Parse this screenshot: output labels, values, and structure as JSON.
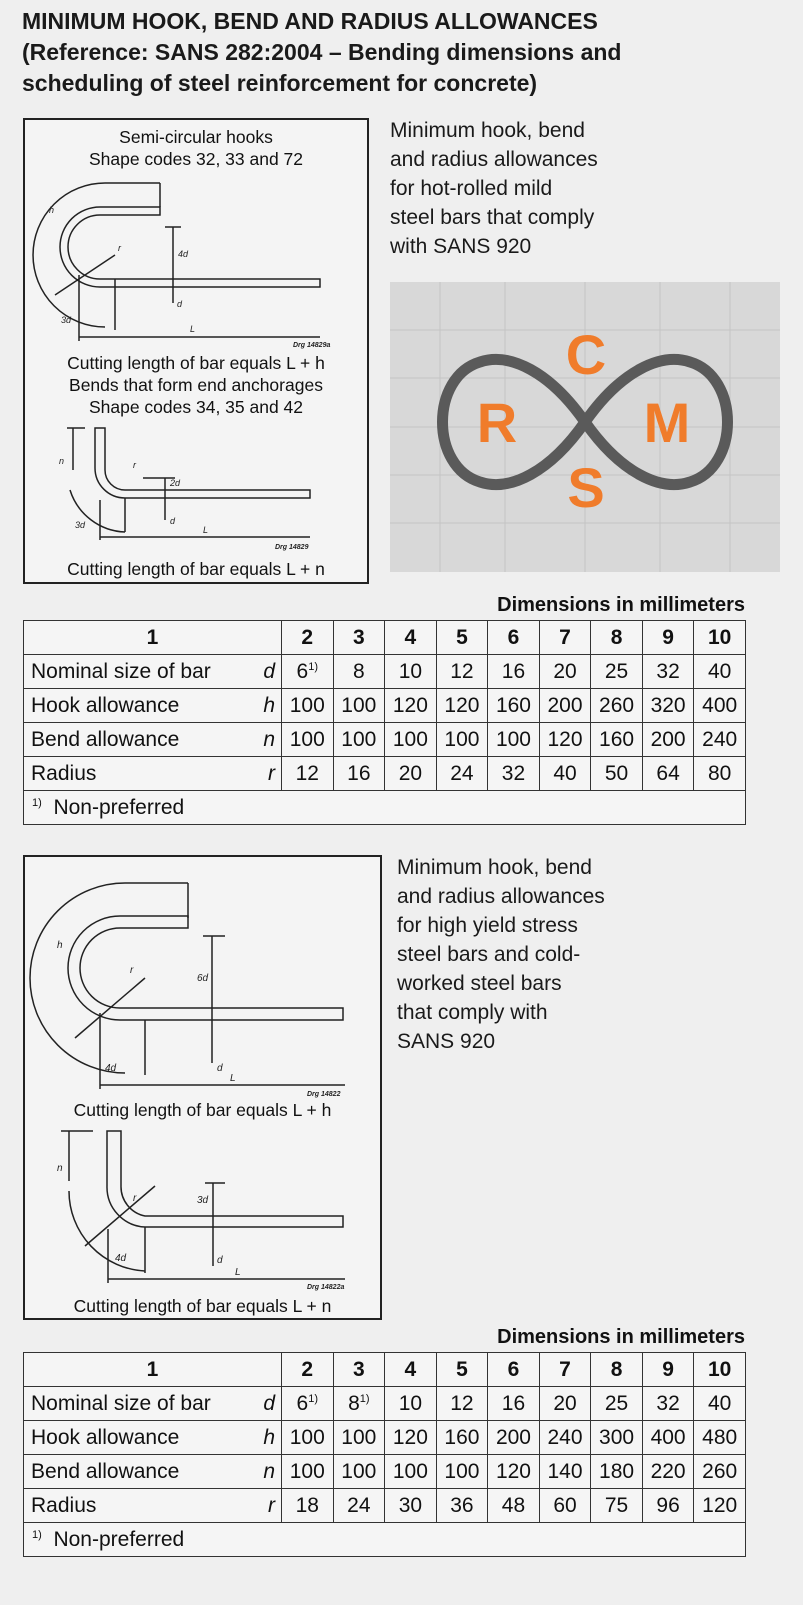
{
  "title": {
    "line1": "MINIMUM HOOK, BEND AND RADIUS ALLOWANCES",
    "line2": "(Reference: SANS 282:2004 – Bending dimensions and",
    "line3": "scheduling of steel reinforcement for concrete)"
  },
  "section1": {
    "diagram": {
      "hook_title": "Semi-circular hooks",
      "hook_codes": "Shape codes 32, 33 and 72",
      "hook_cutting": "Cutting length of bar equals L + h",
      "bend_title": "Bends that form end anchorages",
      "bend_codes": "Shape codes 34, 35 and 42",
      "bend_cutting": "Cutting length of bar equals L + n",
      "hook_labels": {
        "h": "h",
        "r": "r",
        "a": "4d",
        "d": "d",
        "b": "3d",
        "L": "L",
        "drg": "Drg 14829a"
      },
      "bend_labels": {
        "n": "n",
        "r": "r",
        "a": "2d",
        "d": "d",
        "b": "3d",
        "L": "L",
        "drg": "Drg 14829"
      }
    },
    "description": [
      "Minimum hook, bend",
      "and radius allowances",
      "for hot-rolled mild",
      "steel bars that comply",
      "with SANS 920"
    ],
    "dims_label": "Dimensions in millimeters",
    "table": {
      "header": [
        "1",
        "2",
        "3",
        "4",
        "5",
        "6",
        "7",
        "8",
        "9",
        "10"
      ],
      "rows": [
        {
          "label": "Nominal size of bar",
          "sym": "d",
          "values": [
            "6",
            "8",
            "10",
            "12",
            "16",
            "20",
            "25",
            "32",
            "40"
          ],
          "sup": [
            "1)",
            ""
          ]
        },
        {
          "label": "Hook allowance",
          "sym": "h",
          "values": [
            "100",
            "100",
            "120",
            "120",
            "160",
            "200",
            "260",
            "320",
            "400"
          ]
        },
        {
          "label": "Bend allowance",
          "sym": "n",
          "values": [
            "100",
            "100",
            "100",
            "100",
            "100",
            "120",
            "160",
            "200",
            "240"
          ]
        },
        {
          "label": "Radius",
          "sym": "r",
          "values": [
            "12",
            "16",
            "20",
            "24",
            "32",
            "40",
            "50",
            "64",
            "80"
          ]
        }
      ],
      "footnote_mark": "1)",
      "footnote": "Non-preferred"
    }
  },
  "logo": {
    "letters": [
      "C",
      "R",
      "M",
      "S"
    ],
    "accent": "#f07c2b",
    "loop_color": "#5a5a5a",
    "background": "#d8d8d8"
  },
  "section2": {
    "diagram": {
      "hook_cutting": "Cutting length of bar equals L + h",
      "bend_cutting": "Cutting length of bar equals L + n",
      "hook_labels": {
        "h": "h",
        "r": "r",
        "a": "6d",
        "d": "d",
        "b": "4d",
        "L": "L",
        "drg": "Drg 14822"
      },
      "bend_labels": {
        "n": "n",
        "r": "r",
        "a": "3d",
        "d": "d",
        "b": "4d",
        "L": "L",
        "drg": "Drg 14822a"
      }
    },
    "description": [
      "Minimum hook, bend",
      "and radius allowances",
      "for high yield stress",
      "steel bars and cold-",
      "worked steel bars",
      "that comply with",
      "SANS 920"
    ],
    "dims_label": "Dimensions in millimeters",
    "table": {
      "header": [
        "1",
        "2",
        "3",
        "4",
        "5",
        "6",
        "7",
        "8",
        "9",
        "10"
      ],
      "rows": [
        {
          "label": "Nominal size of bar",
          "sym": "d",
          "values": [
            "6",
            "8",
            "10",
            "12",
            "16",
            "20",
            "25",
            "32",
            "40"
          ],
          "sup": [
            "1)",
            "1)"
          ]
        },
        {
          "label": "Hook allowance",
          "sym": "h",
          "values": [
            "100",
            "100",
            "120",
            "160",
            "200",
            "240",
            "300",
            "400",
            "480"
          ]
        },
        {
          "label": "Bend allowance",
          "sym": "n",
          "values": [
            "100",
            "100",
            "100",
            "100",
            "120",
            "140",
            "180",
            "220",
            "260"
          ]
        },
        {
          "label": "Radius",
          "sym": "r",
          "values": [
            "18",
            "24",
            "30",
            "36",
            "48",
            "60",
            "75",
            "96",
            "120"
          ]
        }
      ],
      "footnote_mark": "1)",
      "footnote": "Non-preferred"
    }
  }
}
